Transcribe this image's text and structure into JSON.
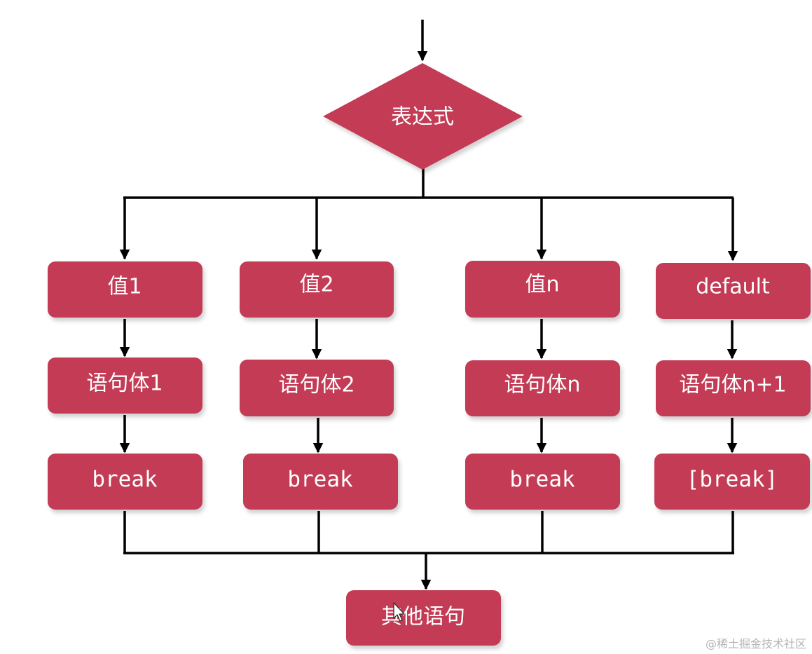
{
  "colors": {
    "node_fill": "#c33a54",
    "line": "#000000",
    "text": "#ffffff"
  },
  "flow": {
    "decision": "表达式",
    "branches": [
      {
        "case": "值1",
        "body": "语句体1",
        "exit": "break"
      },
      {
        "case": "值2",
        "body": "语句体2",
        "exit": "break"
      },
      {
        "case": "值n",
        "body": "语句体n",
        "exit": "break"
      },
      {
        "case": "default",
        "body": "语句体n+1",
        "exit": "[break]"
      }
    ],
    "after": "其他语句"
  },
  "watermark": "@稀土掘金技术社区",
  "cursor_icon": "mouse-pointer-icon"
}
